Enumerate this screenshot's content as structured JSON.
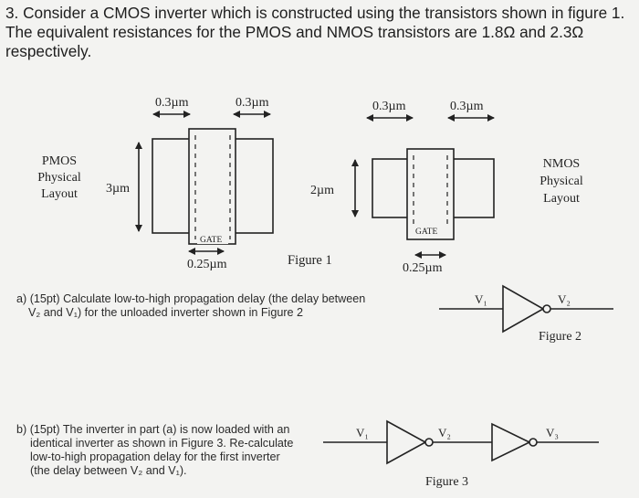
{
  "question": {
    "text": "3. Consider a CMOS inverter which is constructed using the transistors shown in figure 1. The equivalent resistances for the PMOS and NMOS transistors are 1.8Ω and 2.3Ω respectively."
  },
  "figure1": {
    "caption": "Figure 1",
    "pmos": {
      "label_line1": "PMOS",
      "label_line2": "Physical",
      "label_line3": "Layout",
      "height": "3µm",
      "width_left": "0.3µm",
      "width_right": "0.3µm",
      "gate_label": "GATE",
      "gate_length": "0.25µm"
    },
    "nmos": {
      "label_line1": "NMOS",
      "label_line2": "Physical",
      "label_line3": "Layout",
      "height": "2µm",
      "width_left": "0.3µm",
      "width_right": "0.3µm",
      "gate_label": "GATE",
      "gate_length": "0.25µm"
    }
  },
  "part_a": {
    "line1": "a) (15pt) Calculate low-to-high propagation delay (the delay between",
    "line2": "V₂ and V₁) for the unloaded inverter shown in Figure 2"
  },
  "figure2": {
    "caption": "Figure 2",
    "input_label": "V₁",
    "output_label": "V₂"
  },
  "part_b": {
    "line1": "b) (15pt) The inverter in part (a) is now loaded with an",
    "line2": "identical inverter as shown in Figure 3. Re-calculate",
    "line3": "low-to-high propagation delay for the first inverter",
    "line4": "(the delay between V₂ and V₁)."
  },
  "figure3": {
    "caption": "Figure 3",
    "v1": "V₁",
    "v2": "V₂",
    "v3": "V₃"
  }
}
